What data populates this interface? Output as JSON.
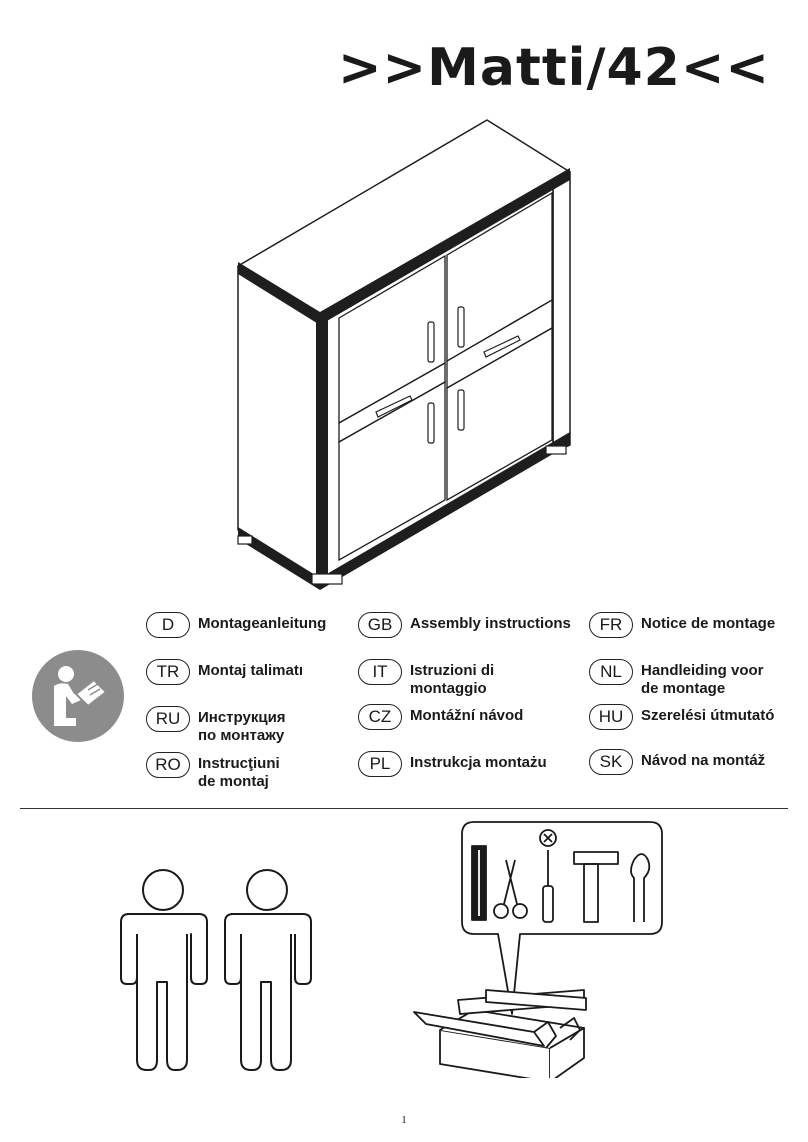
{
  "document": {
    "title": ">>Matti/42<<",
    "page_number": "1"
  },
  "languages": [
    {
      "code": "D",
      "lines": [
        "Montageanleitung"
      ]
    },
    {
      "code": "GB",
      "lines": [
        "Assembly instructions"
      ]
    },
    {
      "code": "FR",
      "lines": [
        "Notice de montage"
      ]
    },
    {
      "code": "TR",
      "lines": [
        "Montaj talimatı"
      ]
    },
    {
      "code": "IT",
      "lines": [
        "Istruzioni di",
        "montaggio"
      ]
    },
    {
      "code": "NL",
      "lines": [
        "Handleiding voor",
        "de montage"
      ]
    },
    {
      "code": "RU",
      "lines": [
        "Инструкция",
        "по монтажу"
      ]
    },
    {
      "code": "CZ",
      "lines": [
        "Montážní návod"
      ]
    },
    {
      "code": "HU",
      "lines": [
        "Szerelési útmutató"
      ]
    },
    {
      "code": "RO",
      "lines": [
        "Instrucţiuni",
        "de montaj"
      ]
    },
    {
      "code": "PL",
      "lines": [
        "Instrukcja montażu"
      ]
    },
    {
      "code": "SK",
      "lines": [
        "Návod na montáž"
      ]
    }
  ],
  "icons": {
    "reader": "read-instructions-icon",
    "persons": "two-persons-icon",
    "toolbox": "toolbox-icon",
    "no_tool": "cross-circle-icon"
  },
  "colors": {
    "ink": "#1a1a1a",
    "icon_grey": "#8c8c8c",
    "cabinet_trim": "#1e1e1e"
  }
}
